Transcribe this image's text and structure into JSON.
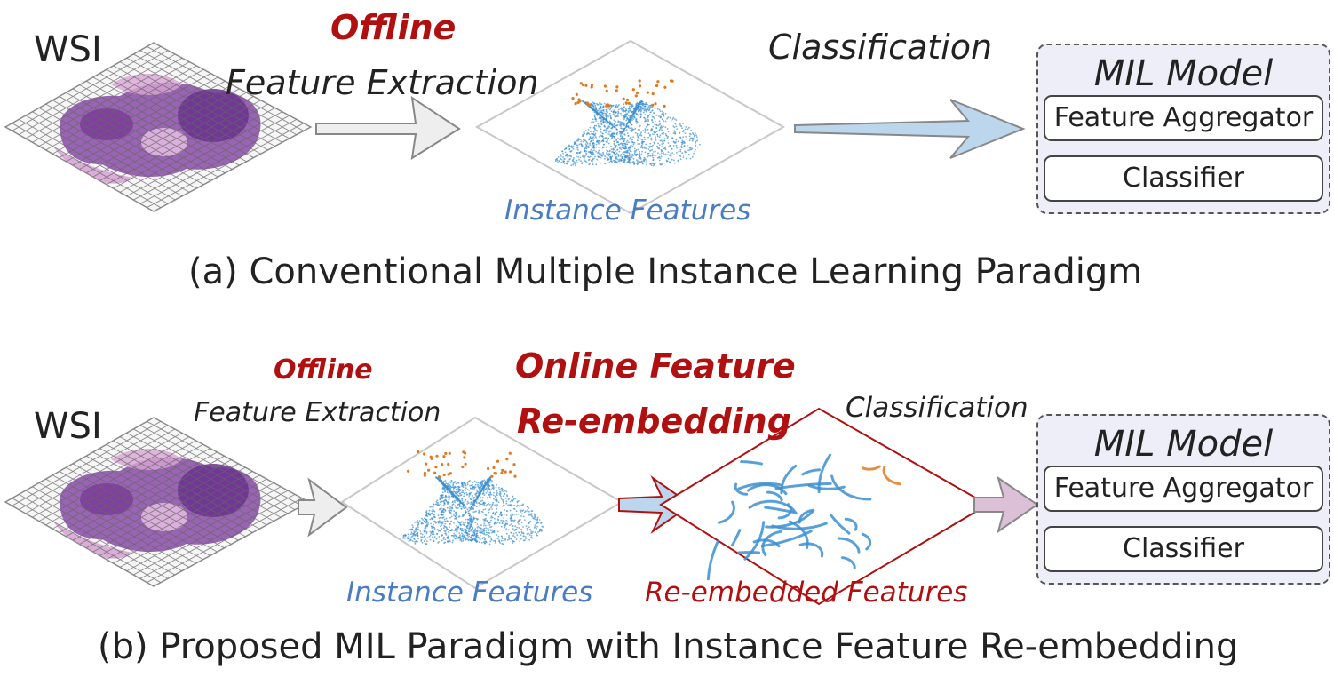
{
  "panel_a": {
    "wsi_label": "WSI",
    "offline_label": "Offline",
    "feature_extraction_label": "Feature Extraction",
    "classification_label": "Classification",
    "instance_features_label": "Instance Features",
    "mil_model": {
      "title": "MIL Model",
      "feature_aggregator": "Feature Aggregator",
      "classifier": "Classifier"
    },
    "caption": "(a) Conventional Multiple Instance Learning Paradigm"
  },
  "panel_b": {
    "wsi_label": "WSI",
    "offline_label": "Offline",
    "feature_extraction_label": "Feature Extraction",
    "online_line1": "Online Feature",
    "online_line2": "Re-embedding",
    "classification_label": "Classification",
    "instance_features_label": "Instance Features",
    "reembedded_features_label": "Re-embedded Features",
    "mil_model": {
      "title": "MIL Model",
      "feature_aggregator": "Feature Aggregator",
      "classifier": "Classifier"
    },
    "caption": "(b) Proposed MIL Paradigm with Instance Feature Re-embedding"
  },
  "colors": {
    "highlight_red": "#b01010",
    "instance_blue": "#4a7cc4",
    "scatter_orange": "#e07a20",
    "arrow_gray": "#eeeeee",
    "arrow_blue": "#bcd6ee",
    "arrow_pink": "#dcc0d8",
    "mil_background": "#eeeef9"
  },
  "icons": [
    "wsi-grid-icon",
    "tissue-slide-icon",
    "scatter-plot-icon",
    "arrow-icon"
  ]
}
